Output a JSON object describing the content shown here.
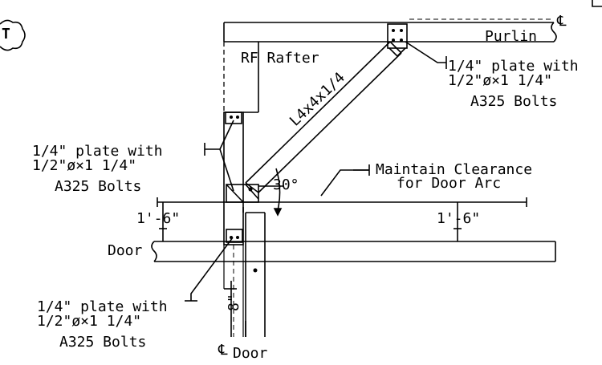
{
  "callout_marker": "T",
  "centerline_symbol": "℄",
  "labels": {
    "purlin": "Purlin",
    "rafter": "RF Rafter",
    "brace": "L4x4x1/4",
    "angle": "30°",
    "clearance_line1": "Maintain Clearance",
    "clearance_line2": "for Door Arc",
    "dim_left": "1'-6\"",
    "dim_right": "1'-6\"",
    "dim_vertical": "8\"",
    "door_left": "Door",
    "door_bottom": "Door"
  },
  "plate_notes": {
    "top_right": [
      "1/4\" plate with",
      "1/2\"ø×1 1/4\"",
      "A325 Bolts"
    ],
    "mid_left": [
      "1/4\" plate with",
      "1/2\"ø×1 1/4\"",
      "A325 Bolts"
    ],
    "bottom_left": [
      "1/4\" plate with",
      "1/2\"ø×1 1/4\"",
      "A325 Bolts"
    ]
  }
}
